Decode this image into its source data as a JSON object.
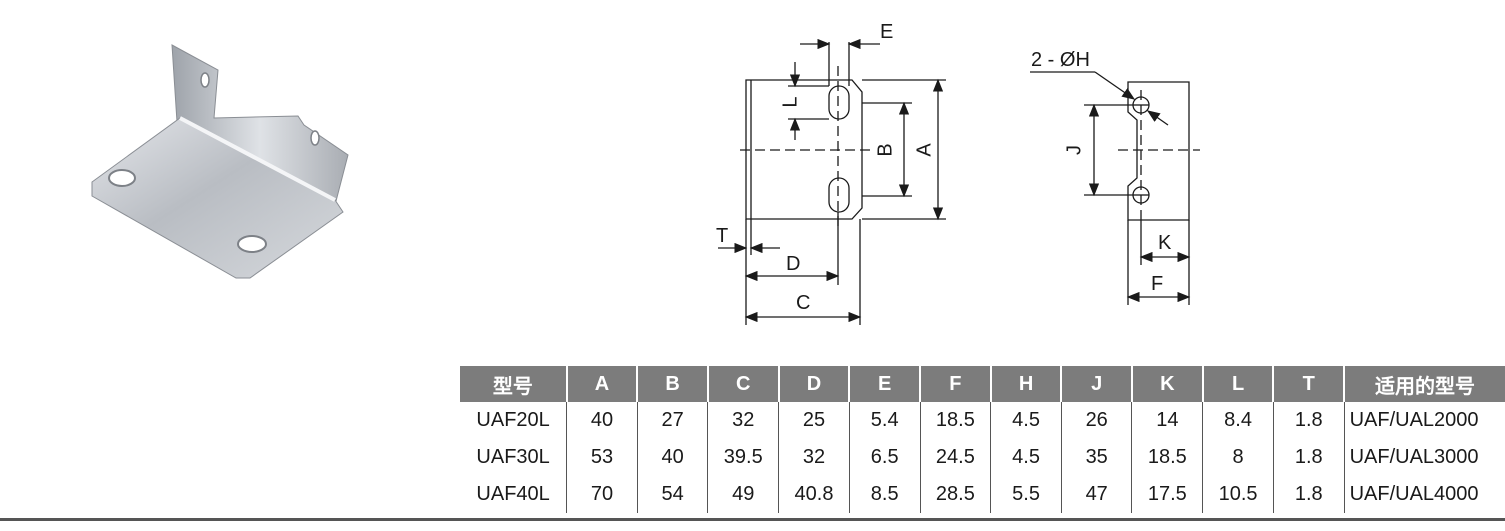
{
  "diagram": {
    "front_view_labels": [
      "E",
      "L",
      "B",
      "A",
      "T",
      "D",
      "C"
    ],
    "side_view_labels": [
      "2 - ØH",
      "J",
      "K",
      "F"
    ]
  },
  "table": {
    "headers": [
      "型号",
      "A",
      "B",
      "C",
      "D",
      "E",
      "F",
      "H",
      "J",
      "K",
      "L",
      "T",
      "适用的型号"
    ],
    "rows": [
      [
        "UAF20L",
        "40",
        "27",
        "32",
        "25",
        "5.4",
        "18.5",
        "4.5",
        "26",
        "14",
        "8.4",
        "1.8",
        "UAF/UAL2000"
      ],
      [
        "UAF30L",
        "53",
        "40",
        "39.5",
        "32",
        "6.5",
        "24.5",
        "4.5",
        "35",
        "18.5",
        "8",
        "1.8",
        "UAF/UAL3000"
      ],
      [
        "UAF40L",
        "70",
        "54",
        "49",
        "40.8",
        "8.5",
        "28.5",
        "5.5",
        "47",
        "17.5",
        "10.5",
        "1.8",
        "UAF/UAL4000"
      ]
    ]
  },
  "colors": {
    "header_bg": "#7c7c7c",
    "header_text": "#ffffff",
    "line": "#1a1a1a"
  }
}
